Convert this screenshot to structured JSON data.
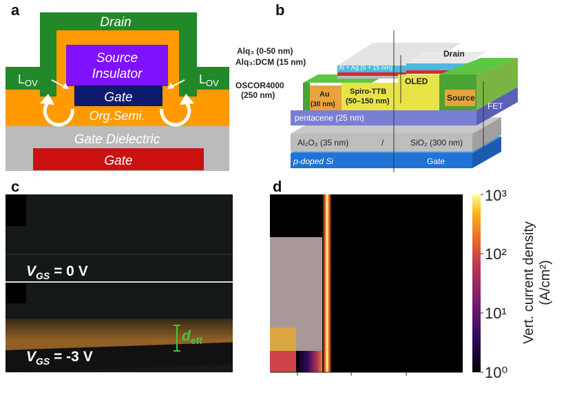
{
  "panels": {
    "a": {
      "label": "a",
      "layers": {
        "drain": "Drain",
        "source": "Source",
        "insulator": "Insulator",
        "gate_top": "Gate",
        "org_semi": "Org.Semi.",
        "gate_dielectric": "Gate Dielectric",
        "gate_bottom": "Gate",
        "lov_left": "L",
        "lov_left_sub": "OV",
        "lov_right": "L",
        "lov_right_sub": "OV"
      },
      "colors": {
        "green": "#22882a",
        "orange": "#ff9a00",
        "purple": "#7f11ff",
        "navy": "#0d1a6e",
        "gray": "#bbbbbb",
        "red": "#cc1111"
      }
    },
    "b": {
      "label": "b",
      "labels": {
        "drain": "Drain",
        "alq3": "Alq₃ (0-50 nm)",
        "alq3dcm": "Alq₃:DCM (15 nm)",
        "alag": "Al + Ag (5 + 15 nm)",
        "oscor": "OSCOR4000",
        "oscor_thk": "(250 nm)",
        "au": "Au",
        "au_thk": "(30 nm)",
        "spiro": "Spiro-TTB",
        "spiro_thk": "(50–150 nm)",
        "oled": "OLED",
        "source": "Source",
        "fet": "FET",
        "pentacene": "pentacene (25 nm)",
        "al2o3": "Al₂O₃ (35 nm)",
        "slash": "/",
        "sio2": "SiO₂ (300 nm)",
        "pdoped": "p-doped Si",
        "gate": "Gate"
      }
    },
    "c": {
      "label": "c",
      "top_caption_var": "V",
      "top_caption_sub": "GS",
      "top_caption_val": " = 0 V",
      "bottom_caption_var": "V",
      "bottom_caption_sub": "GS",
      "bottom_caption_val": " = -3 V",
      "deff": "d",
      "deff_sub": "eff"
    },
    "d": {
      "label": "d",
      "colorbar": {
        "ticks": [
          "10³",
          "10²",
          "10¹",
          "10⁰"
        ],
        "title_line1": "Vert. current density",
        "title_line2": "(A/cm²)",
        "scale": "log",
        "colormap": "inferno"
      }
    }
  }
}
